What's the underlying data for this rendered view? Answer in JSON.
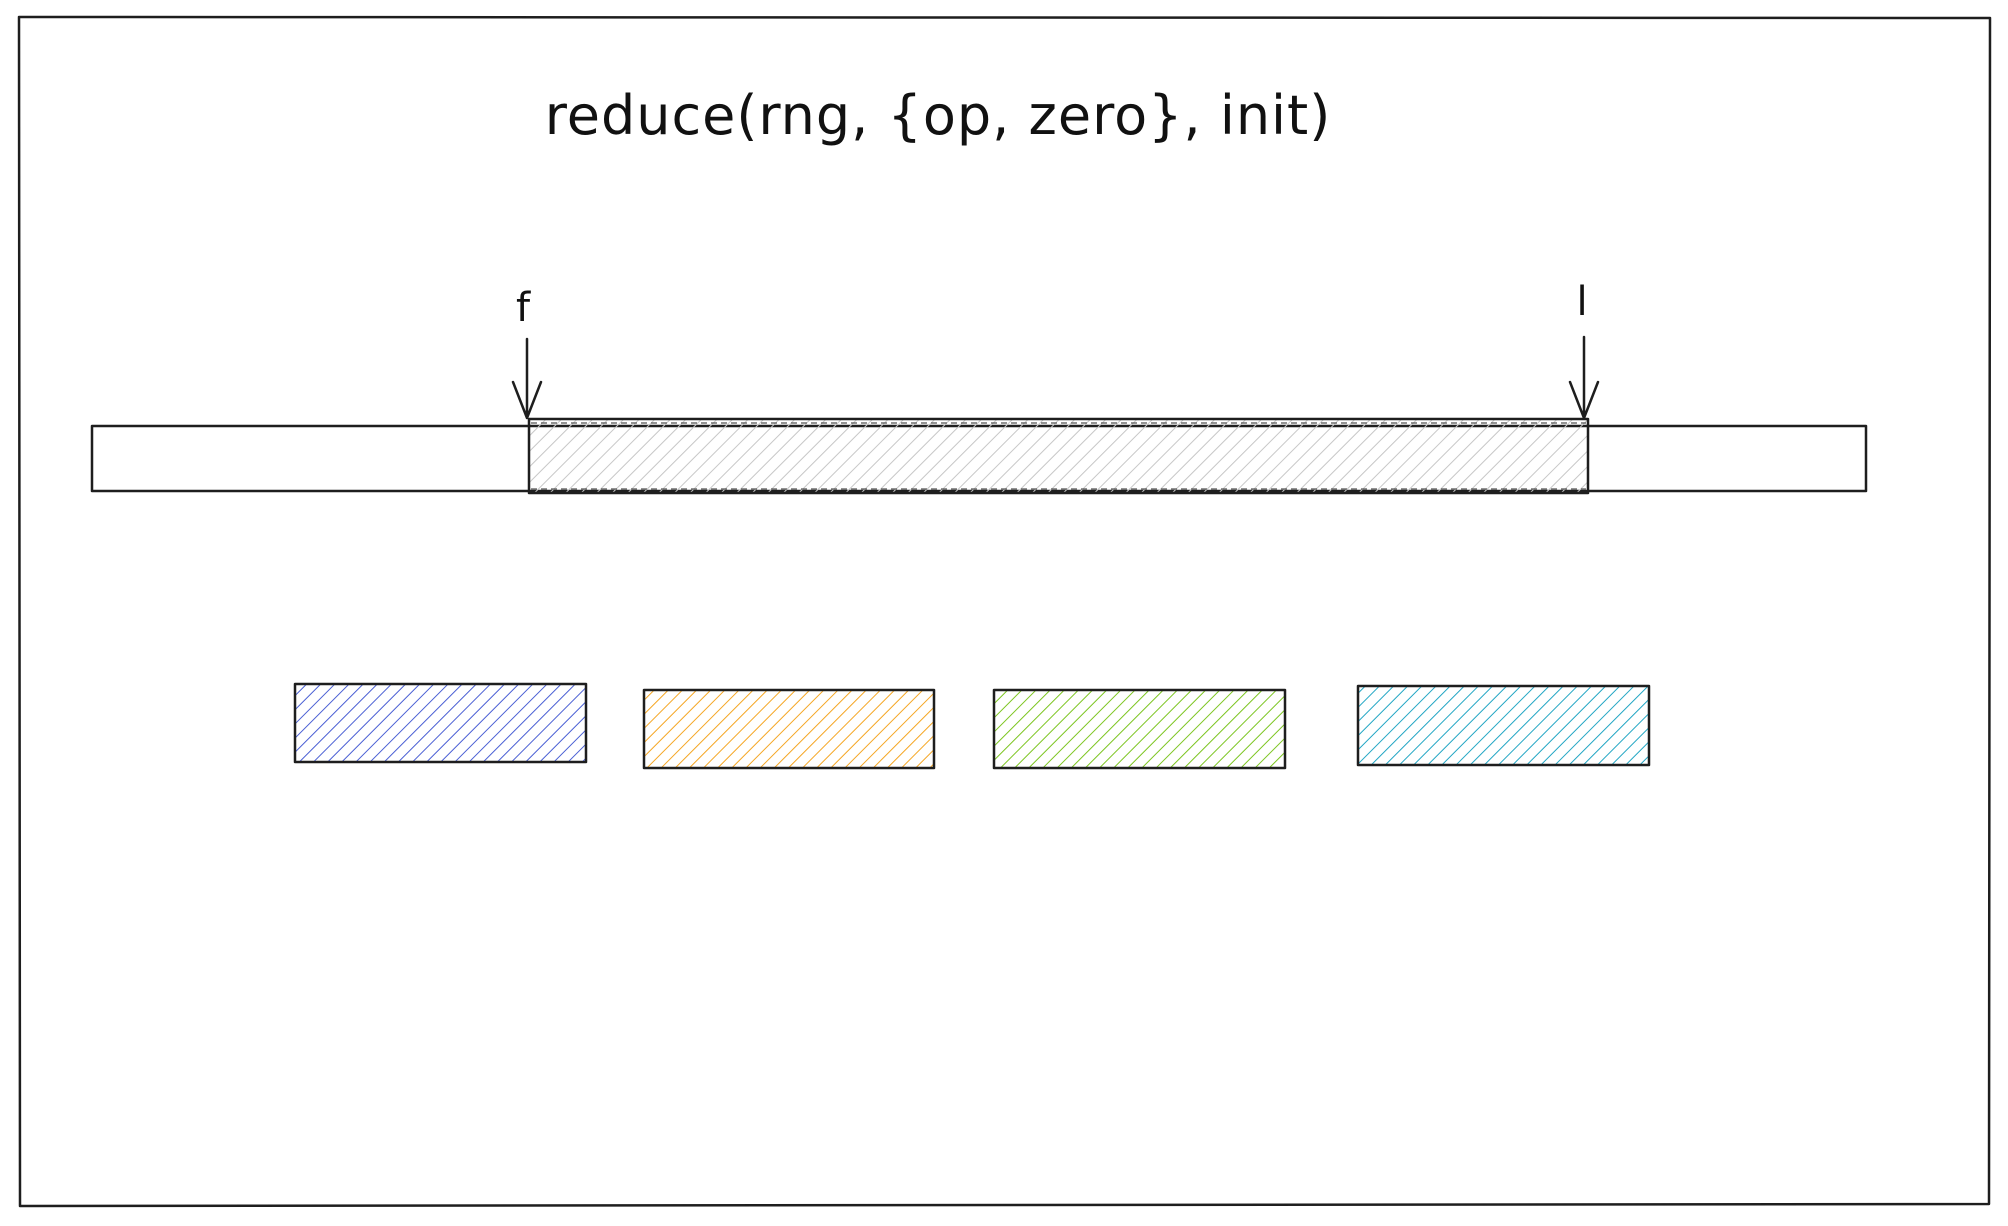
{
  "title": "reduce(rng, {op, zero}, init)",
  "pointers": {
    "first": "f",
    "last": "l"
  },
  "colors": {
    "stroke": "#1e1e1e",
    "selection_fill": "#c7c7c7",
    "chunks": [
      "#4a5fd4",
      "#f5a623",
      "#7cc520",
      "#22a6c4"
    ]
  }
}
